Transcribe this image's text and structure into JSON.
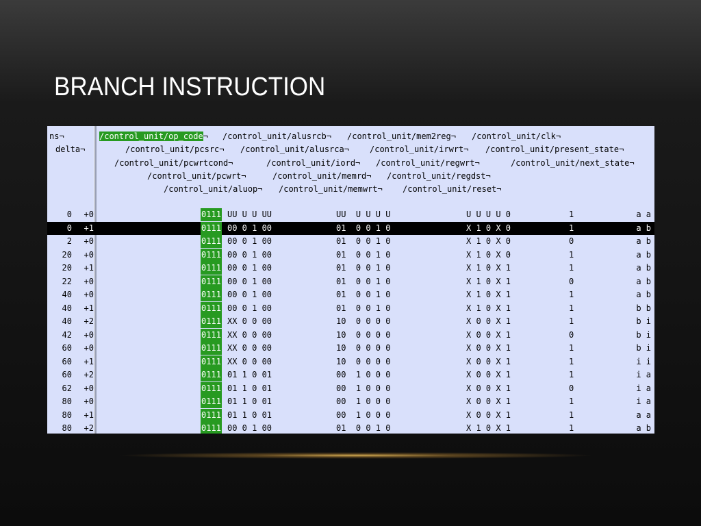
{
  "slide": {
    "title": "BRANCH INSTRUCTION"
  },
  "listing": {
    "left_headers": [
      "ns",
      "delta"
    ],
    "header_lines": [
      "/control_unit/op_code",
      "/control_unit/alusrcb",
      "/control_unit/mem2reg",
      "/control_unit/clk",
      "/control_unit/pcsrc",
      "/control_unit/alusrca",
      "/control_unit/irwrt",
      "/control_unit/present_state",
      "/control_unit/pcwrtcond",
      "/control_unit/iord",
      "/control_unit/regwrt",
      "/control_unit/next_state",
      "/control_unit/pcwrt",
      "/control_unit/memrd",
      "/control_unit/regdst",
      "/control_unit/aluop",
      "/control_unit/memwrt",
      "/control_unit/reset"
    ],
    "arrow": "¬",
    "selected_row": 1,
    "rows": [
      {
        "ns": "0",
        "delta": "+0",
        "op": "0111",
        "a": "UU U U UU",
        "b": "UU  U U U U",
        "c": "U U U U 0",
        "d": "1",
        "e": "a a"
      },
      {
        "ns": "0",
        "delta": "+1",
        "op": "0111",
        "a": "00 0 1 00",
        "b": "01  0 0 1 0",
        "c": "X 1 0 X 0",
        "d": "1",
        "e": "a b"
      },
      {
        "ns": "2",
        "delta": "+0",
        "op": "0111",
        "a": "00 0 1 00",
        "b": "01  0 0 1 0",
        "c": "X 1 0 X 0",
        "d": "0",
        "e": "a b"
      },
      {
        "ns": "20",
        "delta": "+0",
        "op": "0111",
        "a": "00 0 1 00",
        "b": "01  0 0 1 0",
        "c": "X 1 0 X 0",
        "d": "1",
        "e": "a b"
      },
      {
        "ns": "20",
        "delta": "+1",
        "op": "0111",
        "a": "00 0 1 00",
        "b": "01  0 0 1 0",
        "c": "X 1 0 X 1",
        "d": "1",
        "e": "a b"
      },
      {
        "ns": "22",
        "delta": "+0",
        "op": "0111",
        "a": "00 0 1 00",
        "b": "01  0 0 1 0",
        "c": "X 1 0 X 1",
        "d": "0",
        "e": "a b"
      },
      {
        "ns": "40",
        "delta": "+0",
        "op": "0111",
        "a": "00 0 1 00",
        "b": "01  0 0 1 0",
        "c": "X 1 0 X 1",
        "d": "1",
        "e": "a b"
      },
      {
        "ns": "40",
        "delta": "+1",
        "op": "0111",
        "a": "00 0 1 00",
        "b": "01  0 0 1 0",
        "c": "X 1 0 X 1",
        "d": "1",
        "e": "b b"
      },
      {
        "ns": "40",
        "delta": "+2",
        "op": "0111",
        "a": "XX 0 0 00",
        "b": "10  0 0 0 0",
        "c": "X 0 0 X 1",
        "d": "1",
        "e": "b i"
      },
      {
        "ns": "42",
        "delta": "+0",
        "op": "0111",
        "a": "XX 0 0 00",
        "b": "10  0 0 0 0",
        "c": "X 0 0 X 1",
        "d": "0",
        "e": "b i"
      },
      {
        "ns": "60",
        "delta": "+0",
        "op": "0111",
        "a": "XX 0 0 00",
        "b": "10  0 0 0 0",
        "c": "X 0 0 X 1",
        "d": "1",
        "e": "b i"
      },
      {
        "ns": "60",
        "delta": "+1",
        "op": "0111",
        "a": "XX 0 0 00",
        "b": "10  0 0 0 0",
        "c": "X 0 0 X 1",
        "d": "1",
        "e": "i i"
      },
      {
        "ns": "60",
        "delta": "+2",
        "op": "0111",
        "a": "01 1 0 01",
        "b": "00  1 0 0 0",
        "c": "X 0 0 X 1",
        "d": "1",
        "e": "i a"
      },
      {
        "ns": "62",
        "delta": "+0",
        "op": "0111",
        "a": "01 1 0 01",
        "b": "00  1 0 0 0",
        "c": "X 0 0 X 1",
        "d": "0",
        "e": "i a"
      },
      {
        "ns": "80",
        "delta": "+0",
        "op": "0111",
        "a": "01 1 0 01",
        "b": "00  1 0 0 0",
        "c": "X 0 0 X 1",
        "d": "1",
        "e": "i a"
      },
      {
        "ns": "80",
        "delta": "+1",
        "op": "0111",
        "a": "01 1 0 01",
        "b": "00  1 0 0 0",
        "c": "X 0 0 X 1",
        "d": "1",
        "e": "a a"
      },
      {
        "ns": "80",
        "delta": "+2",
        "op": "0111",
        "a": "00 0 1 00",
        "b": "01  0 0 1 0",
        "c": "X 1 0 X 1",
        "d": "1",
        "e": "a b"
      }
    ]
  }
}
